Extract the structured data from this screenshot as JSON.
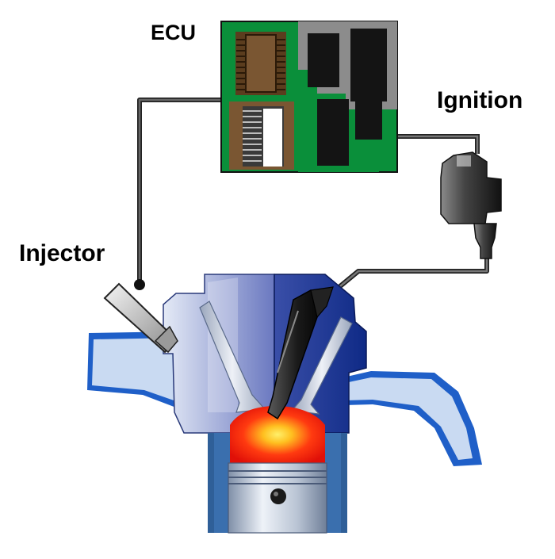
{
  "labels": {
    "ecu": "ECU",
    "ignition": "Ignition",
    "injector": "Injector"
  },
  "colors": {
    "pcb_green": "#0a8f3a",
    "chip_black": "#141414",
    "chip_brown": "#7a5632",
    "wire": "#333333",
    "engine_blue": "#1f4fa8",
    "port_light_blue": "#c9daf2",
    "combustion_red": "#ff2a10",
    "combustion_yellow": "#ffe02a",
    "cylinder_blue": "#2f5f98"
  },
  "icons": [
    "ecu-board-icon",
    "ignition-coil-icon",
    "fuel-injector-icon",
    "spark-plug-icon",
    "piston-icon"
  ]
}
